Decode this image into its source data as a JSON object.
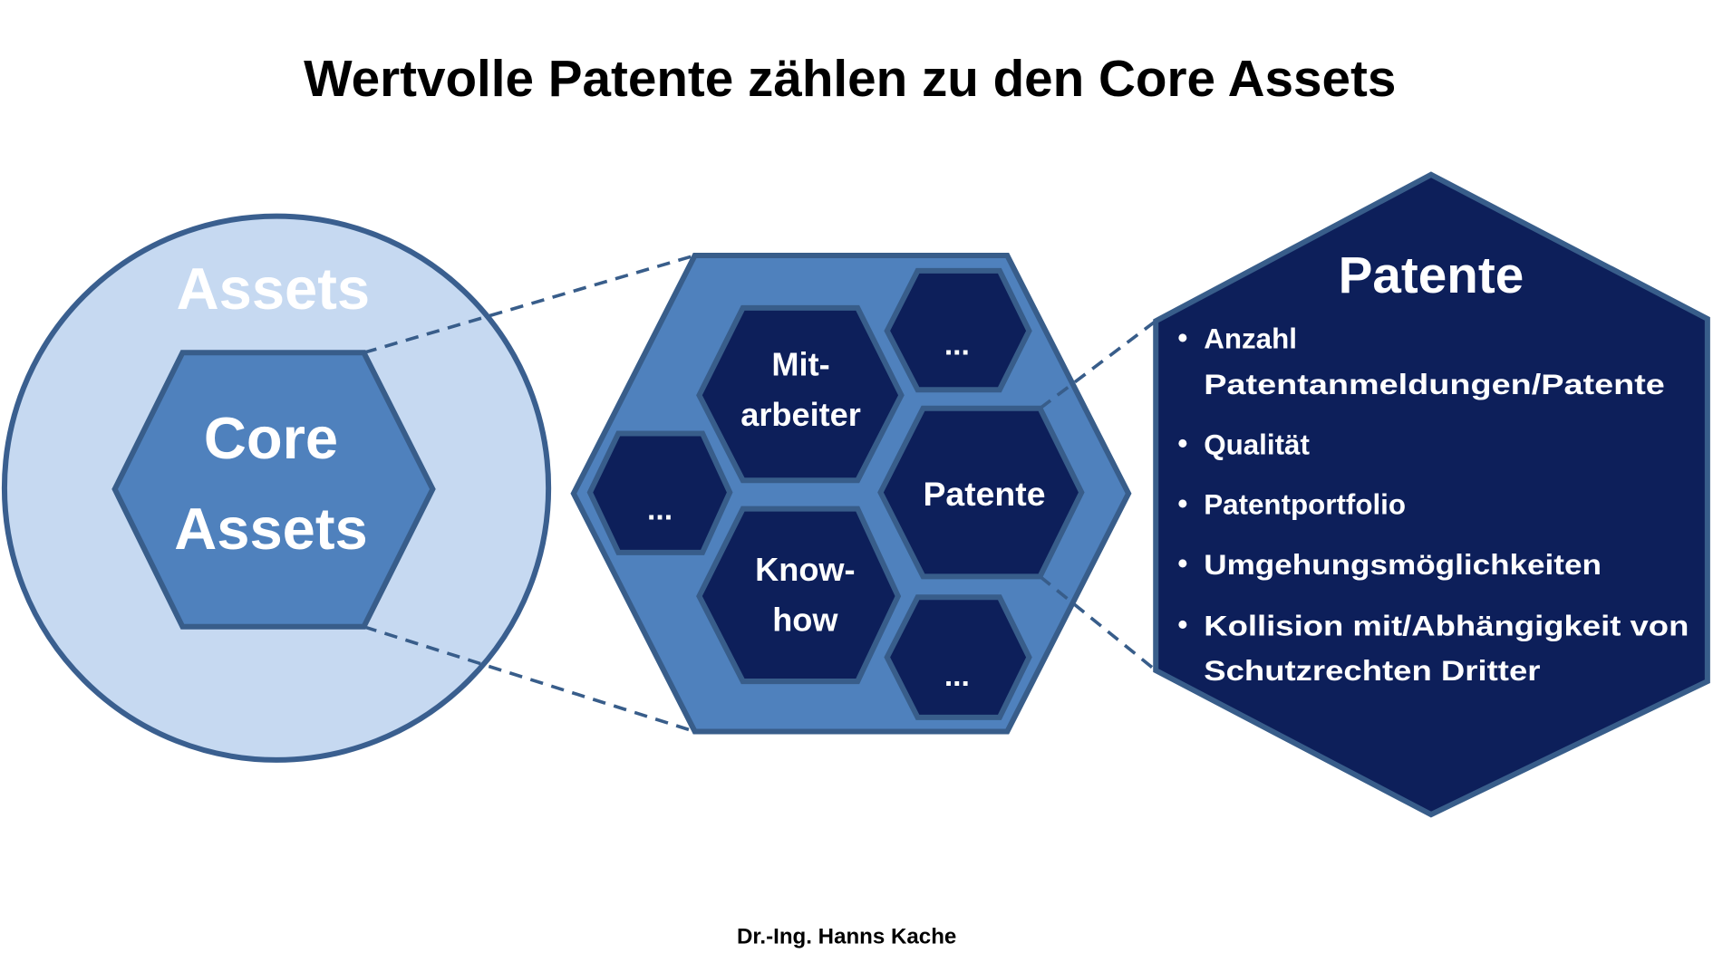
{
  "title": "Wertvolle Patente zählen zu den Core Assets",
  "left": {
    "outer_label": "Assets",
    "core_line1": "Core",
    "core_line2": "Assets"
  },
  "middle": {
    "mitarbeiter_line1": "Mit-",
    "mitarbeiter_line2": "arbeiter",
    "knowhow_line1": "Know-",
    "knowhow_line2": "how",
    "patente": "Patente",
    "ellipsis_top": "...",
    "ellipsis_left": "...",
    "ellipsis_bottom": "..."
  },
  "right": {
    "heading": "Patente",
    "bullets": [
      {
        "line1": "Anzahl",
        "line2": "Patentanmeldungen/Patente"
      },
      {
        "line1": "Qualität"
      },
      {
        "line1": "Patentportfolio"
      },
      {
        "line1": "Umgehungsmöglichkeiten"
      },
      {
        "line1": "Kollision mit/Abhängigkeit von",
        "line2": "Schutzrechten Dritter"
      }
    ]
  },
  "footer": "Dr.-Ing. Hanns Kache",
  "colors": {
    "light": "#c6d9f1",
    "mid": "#4f81bd",
    "dark": "#0d1f5a",
    "stroke": "#385d8a"
  }
}
